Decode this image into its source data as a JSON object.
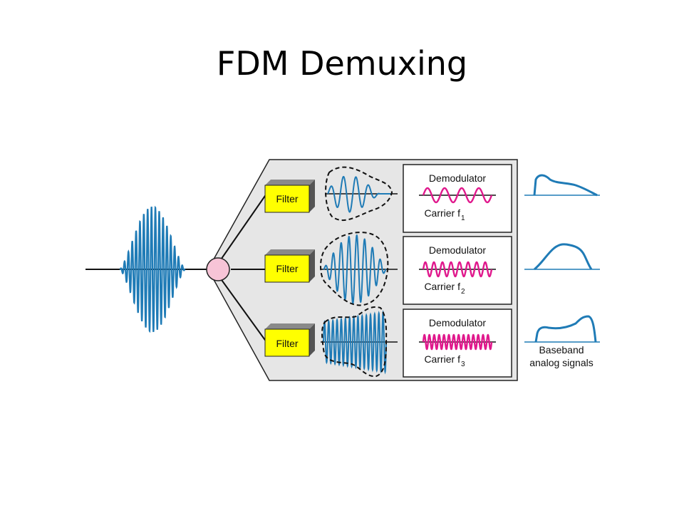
{
  "slide": {
    "title": "FDM Demuxing"
  },
  "filters": [
    {
      "label": "Filter"
    },
    {
      "label": "Filter"
    },
    {
      "label": "Filter"
    }
  ],
  "demodulators": [
    {
      "title": "Demodulator",
      "carrier": "Carrier f",
      "sub": "1"
    },
    {
      "title": "Demodulator",
      "carrier": "Carrier f",
      "sub": "2"
    },
    {
      "title": "Demodulator",
      "carrier": "Carrier f",
      "sub": "3"
    }
  ],
  "baseband": {
    "line1": "Baseband",
    "line2": "analog signals"
  },
  "colors": {
    "signal": "#1f7bb6",
    "carrier": "#e0188c",
    "filter_fill": "#ffff00",
    "panel": "#e6e6e6",
    "junction": "#f7c4d7"
  }
}
